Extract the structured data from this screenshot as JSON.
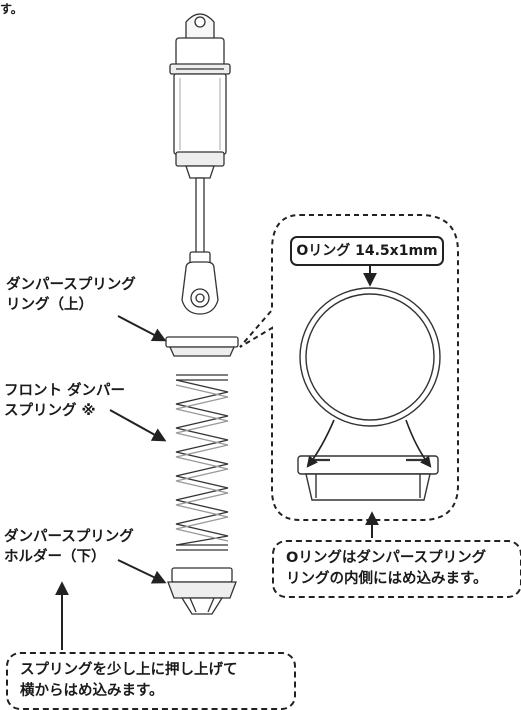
{
  "page": {
    "fragment_top": "す。"
  },
  "labels": {
    "damper_spring_ring_upper_line1": "ダンパースプリング",
    "damper_spring_ring_upper_line2": "リング（上）",
    "front_damper_spring_line1": "フロント ダンパー",
    "front_damper_spring_line2": "スプリング ※",
    "damper_spring_holder_lower_line1": "ダンパースプリング",
    "damper_spring_holder_lower_line2": "ホルダー（下）"
  },
  "detail": {
    "oring_label": "Oリング 14.5x1mm"
  },
  "notes": {
    "oring_note_line1": "Oリングはダンパースプリング",
    "oring_note_line2": "リングの内側にはめ込みます。",
    "spring_note_line1": "スプリングを少し上に押し上げて",
    "spring_note_line2": "横からはめ込みます。"
  },
  "colors": {
    "line": "#222222",
    "part_fill": "#ffffff",
    "part_shade": "#e6e6e6"
  }
}
